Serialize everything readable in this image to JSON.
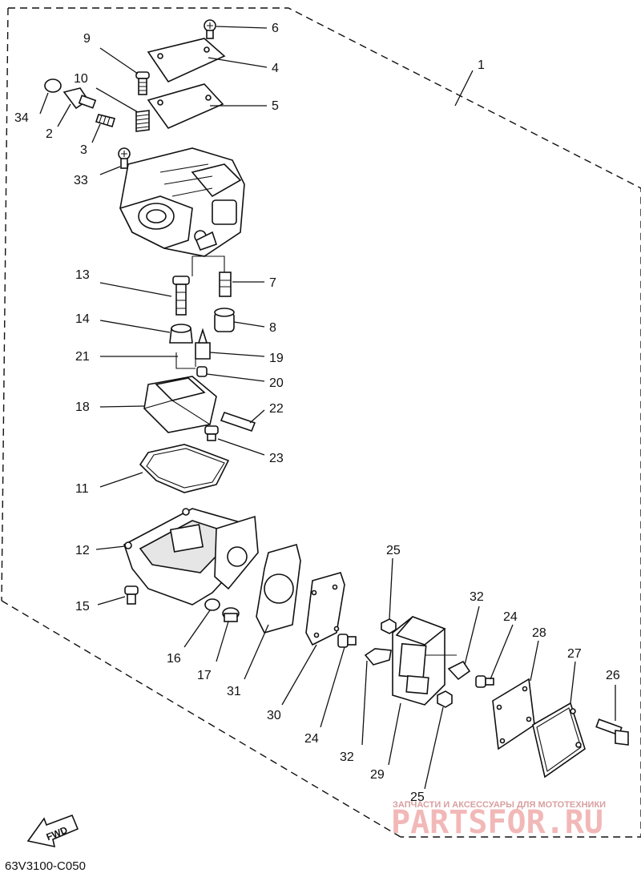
{
  "diagram": {
    "diagram_code": "63V3100-C050",
    "fwd_label": "FWD",
    "watermark": {
      "tagline": "ЗАПЧАСТИ И АКСЕССУАРЫ ДЛЯ МОТОТЕХНИКИ",
      "brand": "PARTSFOR.RU"
    },
    "callouts": [
      "1",
      "2",
      "3",
      "4",
      "5",
      "6",
      "7",
      "8",
      "9",
      "10",
      "11",
      "12",
      "13",
      "14",
      "15",
      "16",
      "17",
      "18",
      "19",
      "20",
      "21",
      "22",
      "23",
      "24",
      "25",
      "26",
      "27",
      "28",
      "29",
      "30",
      "31",
      "32",
      "33",
      "34"
    ]
  }
}
